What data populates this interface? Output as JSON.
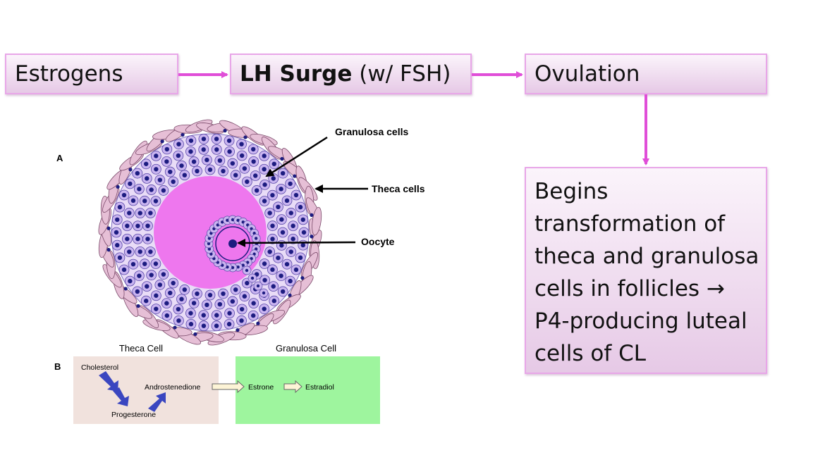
{
  "flow": {
    "estrogens": "Estrogens",
    "lh_bold": "LH Surge",
    "lh_rest": " (w/ FSH)",
    "ovulation": "Ovulation",
    "begins_lines": [
      "Begins",
      "transformation of",
      "theca and granulosa",
      "cells in follicles →",
      "P4-producing luteal",
      "cells of CL"
    ]
  },
  "figure": {
    "panel_a": "A",
    "panel_b": "B",
    "granulosa_label": "Granulosa cells",
    "theca_label": "Theca cells",
    "oocyte_label": "Oocyte",
    "theca_cell_title": "Theca Cell",
    "granulosa_cell_title": "Granulosa Cell",
    "cholesterol": "Cholesterol",
    "progesterone": "Progesterone",
    "androstenedione": "Androstenedione",
    "estrone": "Estrone",
    "estradiol": "Estradiol"
  },
  "colors": {
    "arrow": "#e04ed8",
    "antrum": "#ee77ee",
    "cell_fill": "#c9b4f0",
    "nucleus": "#1c1c80",
    "theca_strand": "#e6bfd6",
    "theca_panel": "#f1e2dd",
    "granulosa_panel": "#9ef59e"
  }
}
